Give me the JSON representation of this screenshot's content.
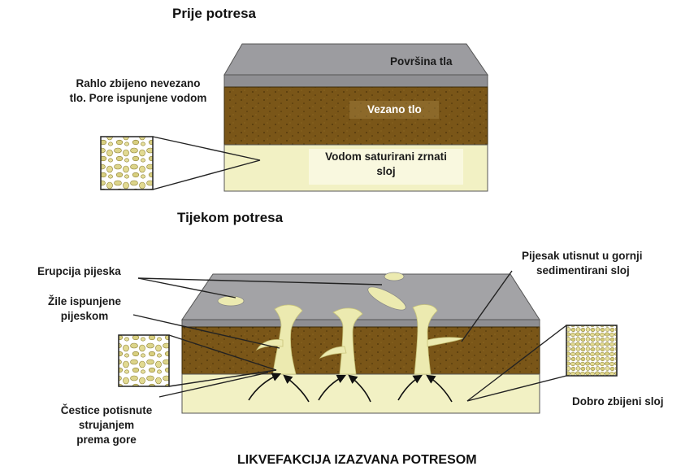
{
  "colors": {
    "surface": "#a3a3a6",
    "surface_top": "#9c9ca0",
    "surface_right": "#8e8e92",
    "bound_soil": "#7a5618",
    "bound_soil_dark": "#52380d",
    "sand_layer": "#f2f1c4",
    "sand_vein": "#eceab0",
    "text": "#1a1a1a",
    "line": "#222222"
  },
  "before": {
    "heading": "Prije potresa",
    "surface_label": "Površina tla",
    "bound_soil_label": "Vezano tlo",
    "saturated_label_line1": "Vodom saturirani zrnati",
    "saturated_label_line2": "sloj",
    "loose_soil_line1": "Rahlo zbijeno nevezano",
    "loose_soil_line2": "tlo. Pore ispunjene vodom"
  },
  "during": {
    "heading": "Tijekom potresa",
    "sand_eruption": "Erupcija pijeska",
    "veins_line1": "Žile ispunjene",
    "veins_line2": "pijeskom",
    "particles_line1": "Čestice potisnute",
    "particles_line2": "strujanjem",
    "particles_line3": "prema gore",
    "sand_pressed_line1": "Pijesak utisnut u gornji",
    "sand_pressed_line2": "sedimentirani sloj",
    "compacted_layer": "Dobro zbijeni sloj"
  },
  "footer_title": "LIKVEFAKCIJA IZAZVANA POTRESOM",
  "icons": [
    "loose-grain-inset-icon",
    "dense-grain-inset-icon",
    "upward-flow-arrow-icon"
  ]
}
